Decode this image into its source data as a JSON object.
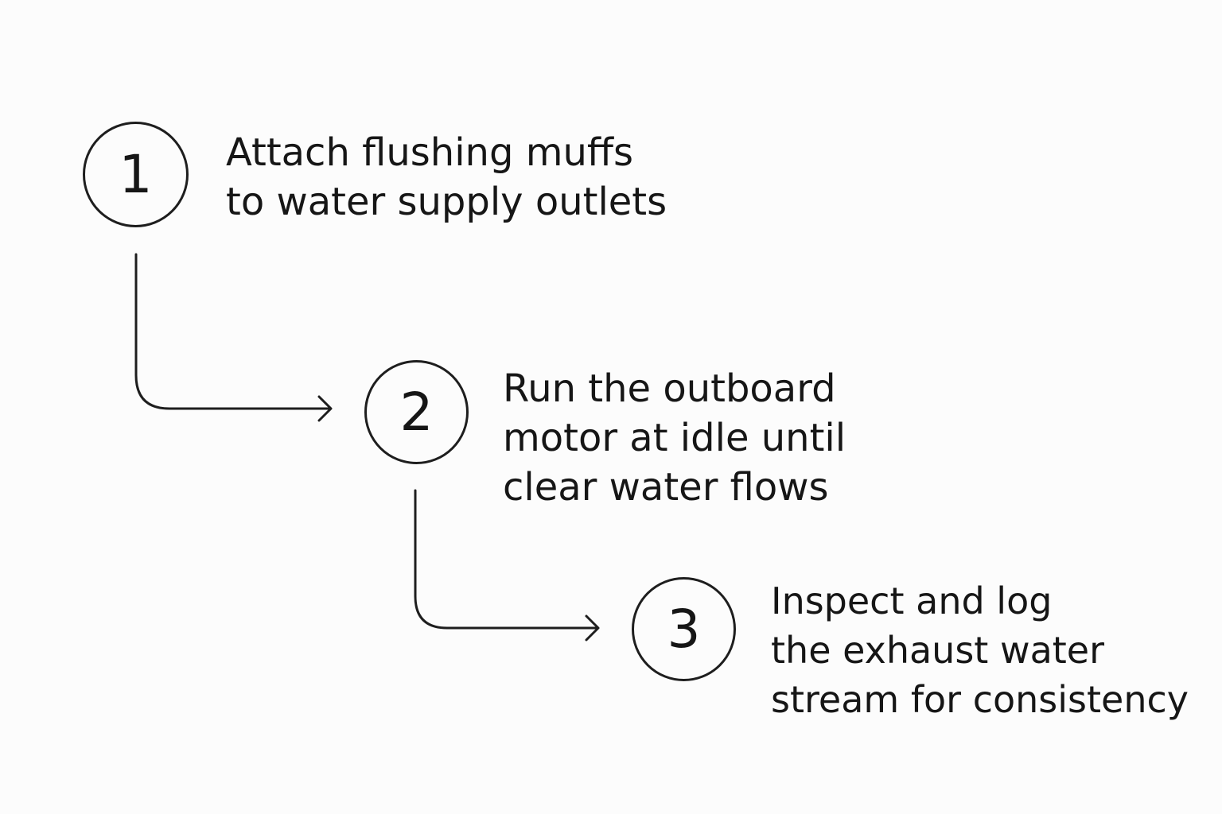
{
  "steps": [
    {
      "number": "1",
      "lines": [
        "Attach flushing muffs",
        "to water supply outlets"
      ]
    },
    {
      "number": "2",
      "lines": [
        "Run the outboard",
        "motor at idle until",
        "clear water flows"
      ]
    },
    {
      "number": "3",
      "lines": [
        "Inspect and log",
        "the exhaust water",
        "stream for consistency"
      ]
    }
  ],
  "colors": {
    "background": "#fcfcfc",
    "stroke": "#1e1e1e",
    "text": "#161616"
  },
  "icons": [
    "arrow-right-icon"
  ]
}
